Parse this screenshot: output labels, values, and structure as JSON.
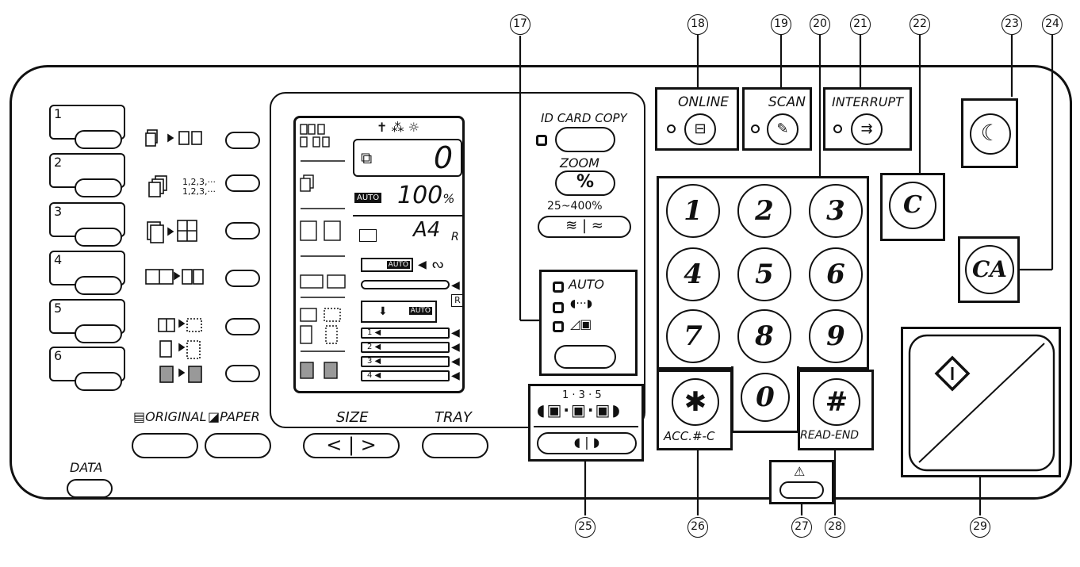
{
  "callouts": [
    "17",
    "18",
    "19",
    "20",
    "21",
    "22",
    "23",
    "24",
    "25",
    "26",
    "27",
    "28",
    "29"
  ],
  "memory_keys": [
    "1",
    "2",
    "3",
    "4",
    "5",
    "6"
  ],
  "left_labels": {
    "original": "ORIGINAL",
    "paper": "PAPER",
    "data": "DATA",
    "size": "SIZE",
    "tray": "TRAY"
  },
  "copy_modes": {
    "sort_text": "1,2,3,···\n1,2,3,···"
  },
  "lcd": {
    "count": "0",
    "zoom": "100",
    "zoom_unit": "%",
    "auto": "AUTO",
    "paper_size": "A4",
    "rotate": "R",
    "trays": [
      "1",
      "2",
      "3",
      "4"
    ],
    "r_mark": "R"
  },
  "id_card": {
    "label": "ID CARD COPY",
    "zoom_label": "ZOOM",
    "zoom_button": "%",
    "zoom_range": "25~400%"
  },
  "exposure": {
    "auto": "AUTO",
    "scale": "1 · 3 · 5"
  },
  "top_buttons": {
    "online": "ONLINE",
    "scan": "SCAN",
    "interrupt": "INTERRUPT"
  },
  "keypad": [
    "1",
    "2",
    "3",
    "4",
    "5",
    "6",
    "7",
    "8",
    "9"
  ],
  "zero": "0",
  "clear": "C",
  "clear_all": "CA",
  "acc": {
    "symbol": "✱",
    "label": "ACC.#-C"
  },
  "read_end": {
    "symbol": "#",
    "label": "READ-END"
  },
  "warning_symbol": "⚠",
  "icons": [
    "online-icon",
    "scan-icon",
    "interrupt-icon",
    "power-save-icon",
    "start-icon",
    "warning-icon"
  ]
}
